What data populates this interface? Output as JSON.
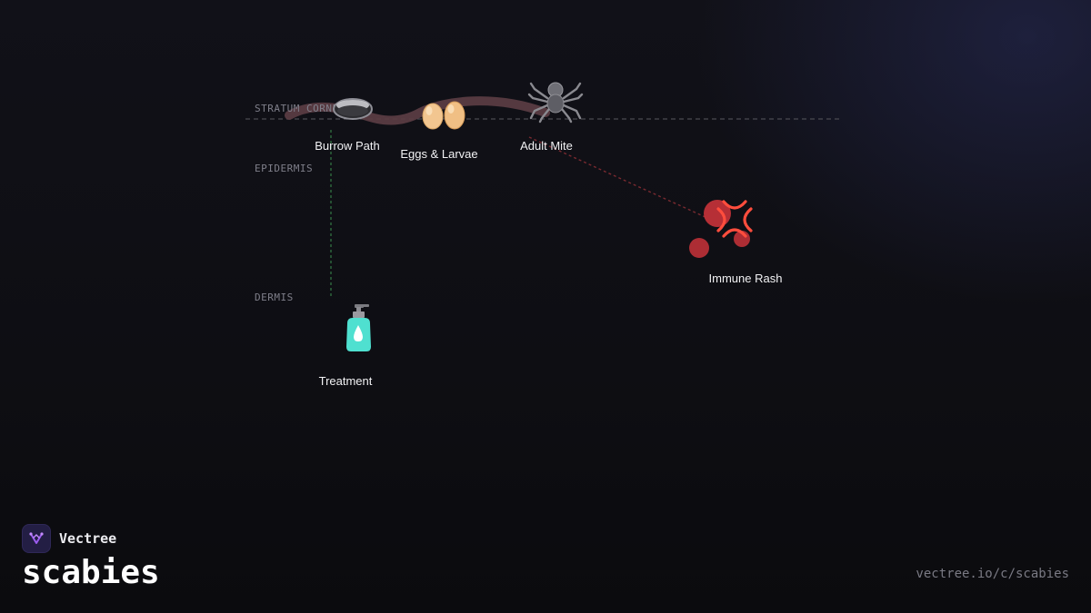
{
  "layers": {
    "stratum_corneum": "STRATUM CORNEUM",
    "epidermis": "EPIDERMIS",
    "dermis": "DERMIS"
  },
  "nodes": {
    "burrow": {
      "label": "Burrow Path",
      "icon": "burrow-icon"
    },
    "eggs": {
      "label": "Eggs & Larvae",
      "icon": "eggs-icon"
    },
    "mite": {
      "label": "Adult Mite",
      "icon": "spider-icon"
    },
    "rash": {
      "label": "Immune Rash",
      "icon": "anger-rash-icon"
    },
    "treatment": {
      "label": "Treatment",
      "icon": "lotion-bottle-icon"
    }
  },
  "colors": {
    "burrow_stroke": "#5a3c42",
    "surface_line": "#4a4a52",
    "rash_red": "#c9333a",
    "rash_symbol": "#ff4d3d",
    "treatment_link": "#2f6b3f",
    "lotion": "#4fe0d0",
    "brand_accent": "#9b5cf0"
  },
  "brand": {
    "name": "Vectree",
    "logo": "vectree-logo-icon"
  },
  "topic": {
    "title": "scabies"
  },
  "url": "vectree.io/c/scabies"
}
